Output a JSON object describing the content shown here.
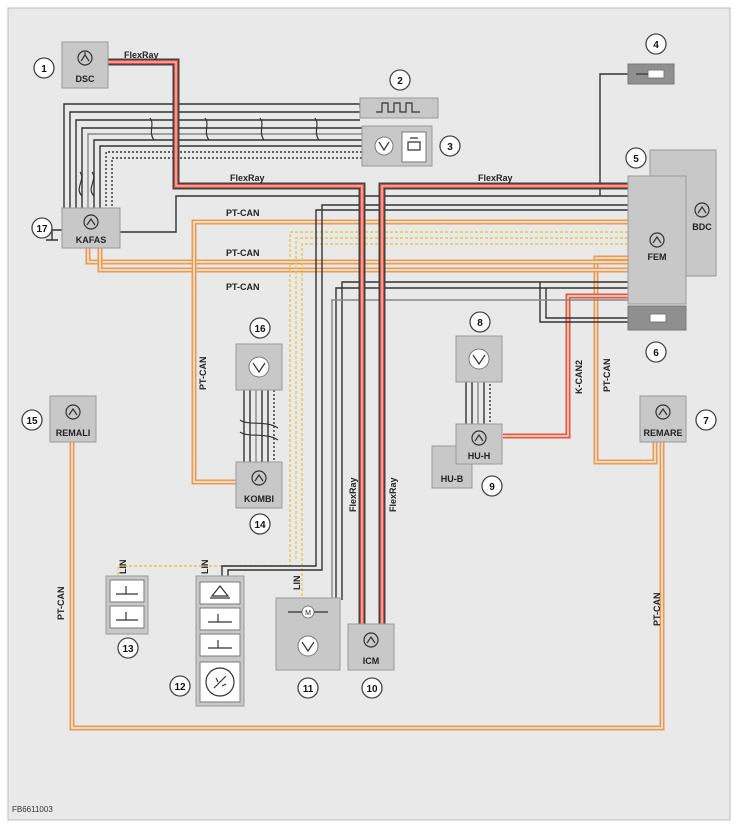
{
  "figure_code": "FB6611003",
  "buses": {
    "flexray": "FlexRay",
    "ptcan": "PT-CAN",
    "kcan2": "K-CAN2",
    "lin": "LIN"
  },
  "units": {
    "dsc": "DSC",
    "kafas": "KAFAS",
    "fem": "FEM",
    "bdc": "BDC",
    "remali": "REMALI",
    "remare": "REMARE",
    "kombi": "KOMBI",
    "huh": "HU-H",
    "hub": "HU-B",
    "icm": "ICM"
  },
  "callouts": [
    "1",
    "2",
    "3",
    "4",
    "5",
    "6",
    "7",
    "8",
    "9",
    "10",
    "11",
    "12",
    "13",
    "14",
    "15",
    "16",
    "17"
  ]
}
